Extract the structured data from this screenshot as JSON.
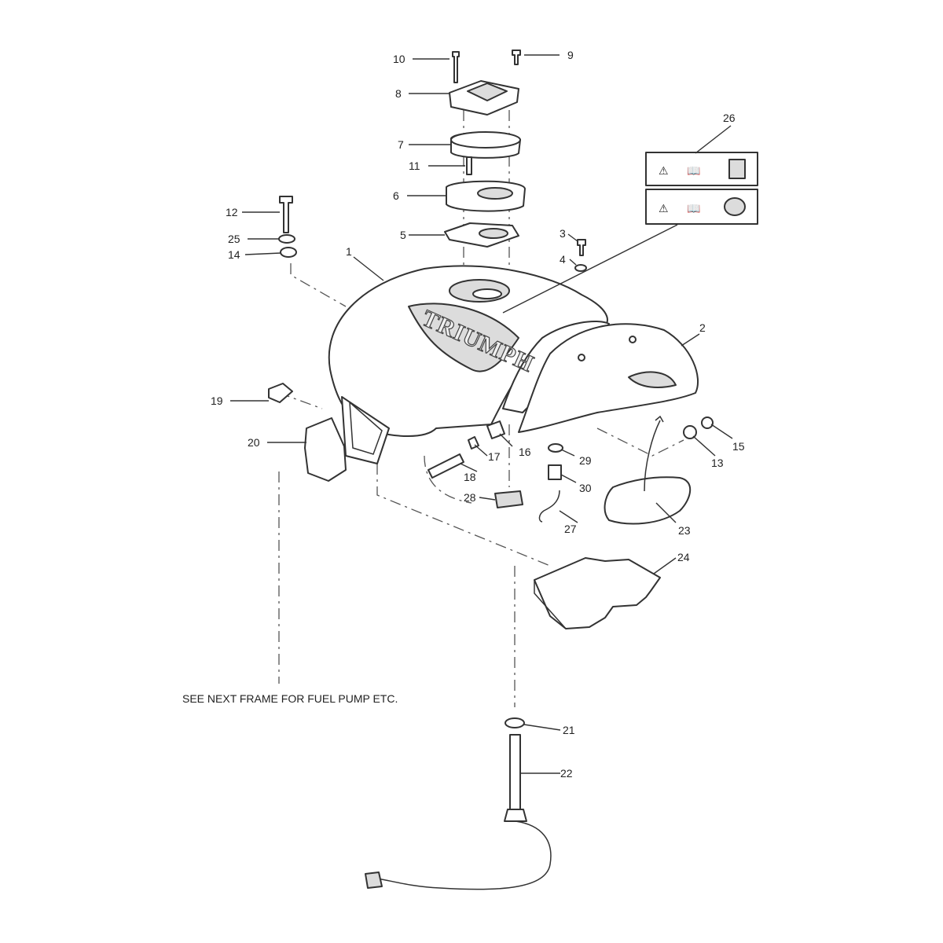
{
  "diagram": {
    "note": "SEE NEXT FRAME FOR FUEL PUMP ETC.",
    "brand_logo": "TRIUMPH",
    "callouts": [
      "1",
      "2",
      "3",
      "4",
      "5",
      "6",
      "7",
      "8",
      "9",
      "10",
      "11",
      "12",
      "13",
      "14",
      "15",
      "16",
      "17",
      "18",
      "19",
      "20",
      "21",
      "22",
      "23",
      "24",
      "25",
      "26",
      "27",
      "28",
      "29",
      "30"
    ],
    "label_icons": {
      "row1": [
        "warning-triangle-icon",
        "manual-book-icon",
        "fuel-pump-icon"
      ],
      "row2": [
        "warning-triangle-icon",
        "manual-book-icon",
        "helmet-icon"
      ]
    }
  }
}
